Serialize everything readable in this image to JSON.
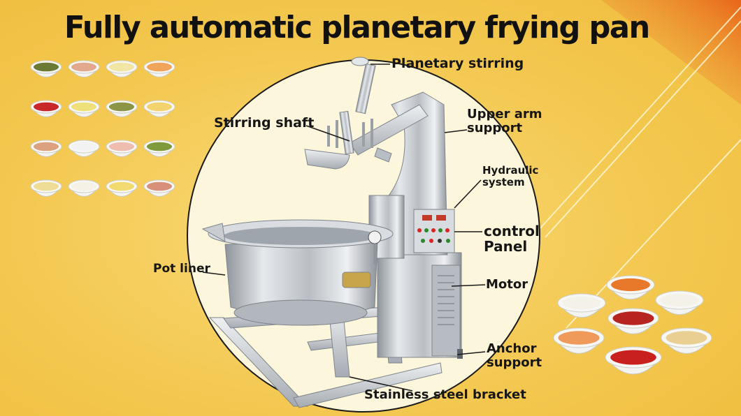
{
  "title": "Fully automatic planetary frying pan",
  "labels": {
    "planetary_stirring": "Planetary stirring",
    "stirring_shaft": "Stirring shaft",
    "upper_arm_support_1": "Upper arm",
    "upper_arm_support_2": "support",
    "hydraulic_system_1": "Hydraulic",
    "hydraulic_system_2": "system",
    "control_panel_1": "control",
    "control_panel_2": "Panel",
    "pot_liner": "Pot liner",
    "motor": "Motor",
    "anchor_support_1": "Anchor",
    "anchor_support_2": "support",
    "stainless_steel_bracket": "Stainless steel bracket"
  },
  "colors": {
    "background": "#f3c74e",
    "circle_fill": "#fcf6dc",
    "steel": "#c9cdd2",
    "text": "#161616"
  },
  "sauce_bowls_left": [
    "#6b7a35",
    "#e3a98e",
    "#f2e6a6",
    "#f0a55a",
    "#c8282a",
    "#eee07a",
    "#8c9445",
    "#f2d36e",
    "#dca27f",
    "#f2f2f2",
    "#efbcb0",
    "#7f9a3a",
    "#eedd95",
    "#f6f1e6",
    "#f3da70",
    "#d9907a"
  ],
  "sauce_bowls_right": [
    "#f4f1e8",
    "#e8782a",
    "#f4f1e8",
    "#ef9a5a",
    "#b8241f",
    "#e9cf92",
    "#c8201e"
  ]
}
